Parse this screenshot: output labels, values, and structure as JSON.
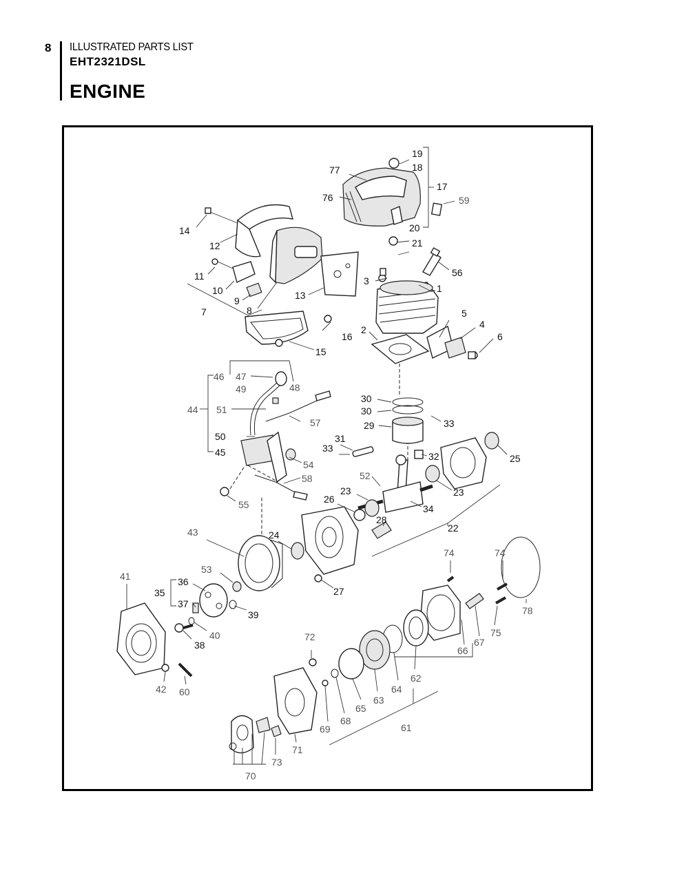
{
  "header": {
    "page_number": "8",
    "title": "ILLUSTRATED PARTS LIST",
    "model": "EHT2321DSL",
    "section": "ENGINE"
  },
  "callouts": [
    {
      "id": "1",
      "text": "1"
    },
    {
      "id": "2",
      "text": "2"
    },
    {
      "id": "3",
      "text": "3"
    },
    {
      "id": "4",
      "text": "4"
    },
    {
      "id": "5",
      "text": "5"
    },
    {
      "id": "6",
      "text": "6"
    },
    {
      "id": "7",
      "text": "7"
    },
    {
      "id": "8",
      "text": "8"
    },
    {
      "id": "9",
      "text": "9"
    },
    {
      "id": "10",
      "text": "10"
    },
    {
      "id": "11",
      "text": "11"
    },
    {
      "id": "12",
      "text": "12"
    },
    {
      "id": "13",
      "text": "13"
    },
    {
      "id": "14",
      "text": "14"
    },
    {
      "id": "15",
      "text": "15"
    },
    {
      "id": "16",
      "text": "16"
    },
    {
      "id": "17",
      "text": "17"
    },
    {
      "id": "18",
      "text": "18"
    },
    {
      "id": "19",
      "text": "19"
    },
    {
      "id": "20",
      "text": "20"
    },
    {
      "id": "21",
      "text": "21"
    },
    {
      "id": "22",
      "text": "22"
    },
    {
      "id": "23a",
      "text": "23"
    },
    {
      "id": "23b",
      "text": "23"
    },
    {
      "id": "24",
      "text": "24"
    },
    {
      "id": "25",
      "text": "25"
    },
    {
      "id": "26",
      "text": "26"
    },
    {
      "id": "27",
      "text": "27"
    },
    {
      "id": "28",
      "text": "28"
    },
    {
      "id": "29",
      "text": "29"
    },
    {
      "id": "30a",
      "text": "30"
    },
    {
      "id": "30b",
      "text": "30"
    },
    {
      "id": "31",
      "text": "31"
    },
    {
      "id": "32",
      "text": "32"
    },
    {
      "id": "33a",
      "text": "33"
    },
    {
      "id": "33b",
      "text": "33"
    },
    {
      "id": "34",
      "text": "34"
    },
    {
      "id": "35",
      "text": "35"
    },
    {
      "id": "36",
      "text": "36"
    },
    {
      "id": "37",
      "text": "37"
    },
    {
      "id": "38",
      "text": "38"
    },
    {
      "id": "39",
      "text": "39"
    },
    {
      "id": "40",
      "text": "40"
    },
    {
      "id": "41",
      "text": "41"
    },
    {
      "id": "42",
      "text": "42"
    },
    {
      "id": "43",
      "text": "43"
    },
    {
      "id": "44",
      "text": "44"
    },
    {
      "id": "45",
      "text": "45"
    },
    {
      "id": "46",
      "text": "46"
    },
    {
      "id": "47",
      "text": "47"
    },
    {
      "id": "48",
      "text": "48"
    },
    {
      "id": "49",
      "text": "49"
    },
    {
      "id": "50",
      "text": "50"
    },
    {
      "id": "51",
      "text": "51"
    },
    {
      "id": "52",
      "text": "52"
    },
    {
      "id": "53",
      "text": "53"
    },
    {
      "id": "54",
      "text": "54"
    },
    {
      "id": "55",
      "text": "55"
    },
    {
      "id": "56",
      "text": "56"
    },
    {
      "id": "57",
      "text": "57"
    },
    {
      "id": "58",
      "text": "58"
    },
    {
      "id": "59",
      "text": "59"
    },
    {
      "id": "60",
      "text": "60"
    },
    {
      "id": "61",
      "text": "61"
    },
    {
      "id": "62",
      "text": "62"
    },
    {
      "id": "63",
      "text": "63"
    },
    {
      "id": "64",
      "text": "64"
    },
    {
      "id": "65",
      "text": "65"
    },
    {
      "id": "66",
      "text": "66"
    },
    {
      "id": "67",
      "text": "67"
    },
    {
      "id": "68",
      "text": "68"
    },
    {
      "id": "69",
      "text": "69"
    },
    {
      "id": "70",
      "text": "70"
    },
    {
      "id": "71",
      "text": "71"
    },
    {
      "id": "72",
      "text": "72"
    },
    {
      "id": "73",
      "text": "73"
    },
    {
      "id": "74a",
      "text": "74"
    },
    {
      "id": "74b",
      "text": "74"
    },
    {
      "id": "75",
      "text": "75"
    },
    {
      "id": "76",
      "text": "76"
    },
    {
      "id": "77",
      "text": "77"
    },
    {
      "id": "78",
      "text": "78"
    }
  ]
}
